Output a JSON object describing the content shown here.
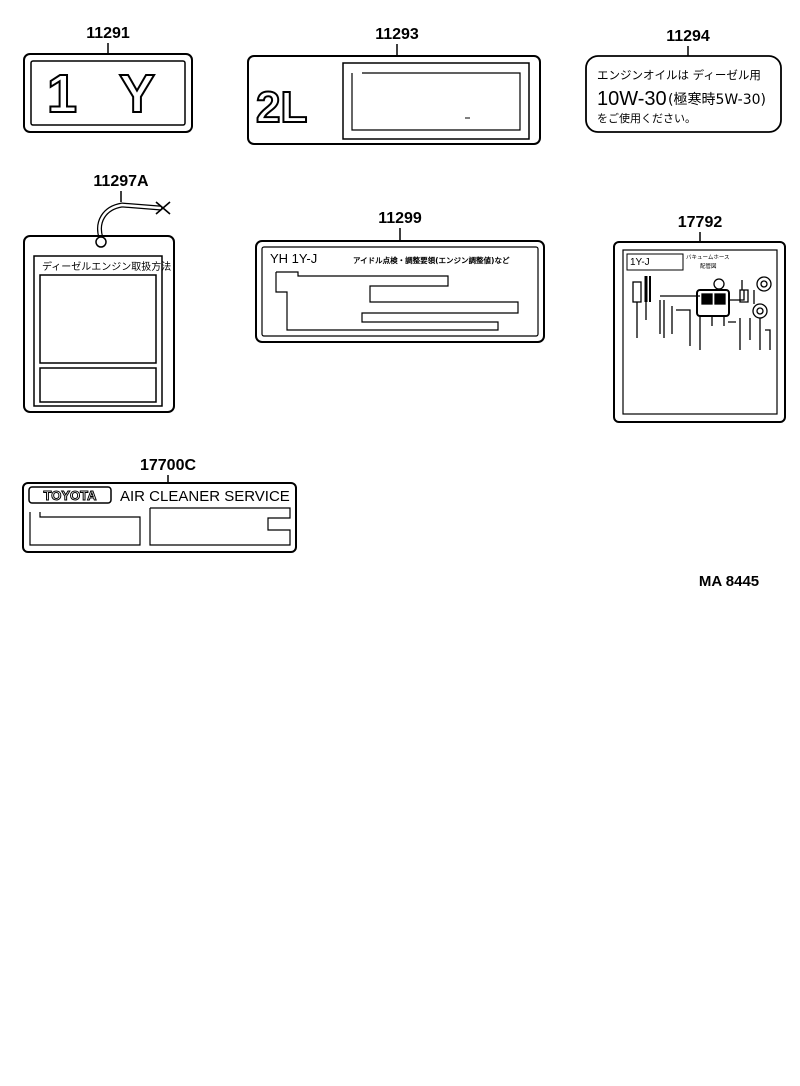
{
  "parts": {
    "p11291": {
      "number": "11291",
      "label_text": "1 Y"
    },
    "p11293": {
      "number": "11293",
      "label_text": "2L"
    },
    "p11294": {
      "number": "11294",
      "line1": "エンジンオイルは ディーゼル用",
      "line2": "10W-30",
      "line3": "(極寒時5W-30)",
      "line4": "をご使用ください。"
    },
    "p11297A": {
      "number": "11297A",
      "header": "ディーゼルエンジン取扱方法"
    },
    "p11299": {
      "number": "11299",
      "left_text": "YH  1Y-J",
      "header": "アイドル点検・調整要領(エンジン調整値)など"
    },
    "p17792": {
      "number": "17792",
      "left_text": "1Y-J",
      "header_line1": "バキュームホース",
      "header_line2": "配管図"
    },
    "p17700C": {
      "number": "17700C",
      "brand": "TOYOTA",
      "title": "AIR CLEANER SERVICE"
    }
  },
  "reference_code": "MA  8445"
}
